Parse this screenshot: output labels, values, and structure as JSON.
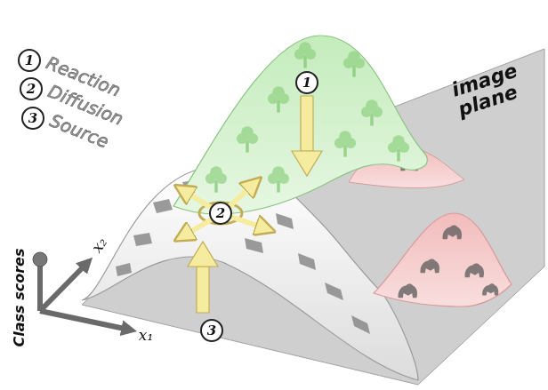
{
  "diagram": {
    "nodes": [
      {
        "text": [
          "1"
        ]
      },
      {
        "text": [
          "2"
        ]
      },
      {
        "text": [
          "3"
        ]
      },
      {
        "text": [
          "1"
        ]
      },
      {
        "text": [
          "2"
        ]
      },
      {
        "text": [
          "3"
        ]
      }
    ],
    "labels": [
      "Reaction",
      "Diffusion",
      "Source",
      "image plane",
      "Class scores",
      "x₁",
      "x₂"
    ]
  }
}
